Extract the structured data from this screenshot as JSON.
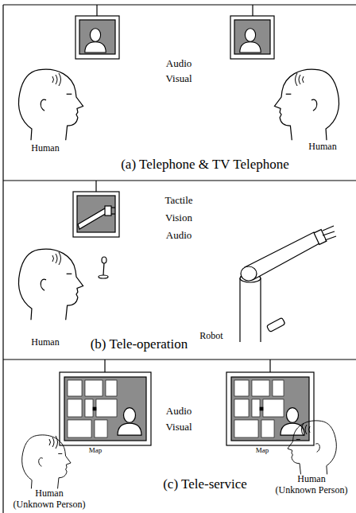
{
  "diagram": {
    "labels": [
      "Audio",
      "Visual",
      "Human",
      "Human",
      "(a) Telephone & TV Telephone",
      "Tactile",
      "Vision",
      "Audio",
      "Robot",
      "Human",
      "(b) Tele-operation",
      "Audio",
      "Visual",
      "Map",
      "Map",
      "Human",
      "(Unknown Person)",
      "(c) Tele-service",
      "Human",
      "(Unknown Person)"
    ]
  }
}
